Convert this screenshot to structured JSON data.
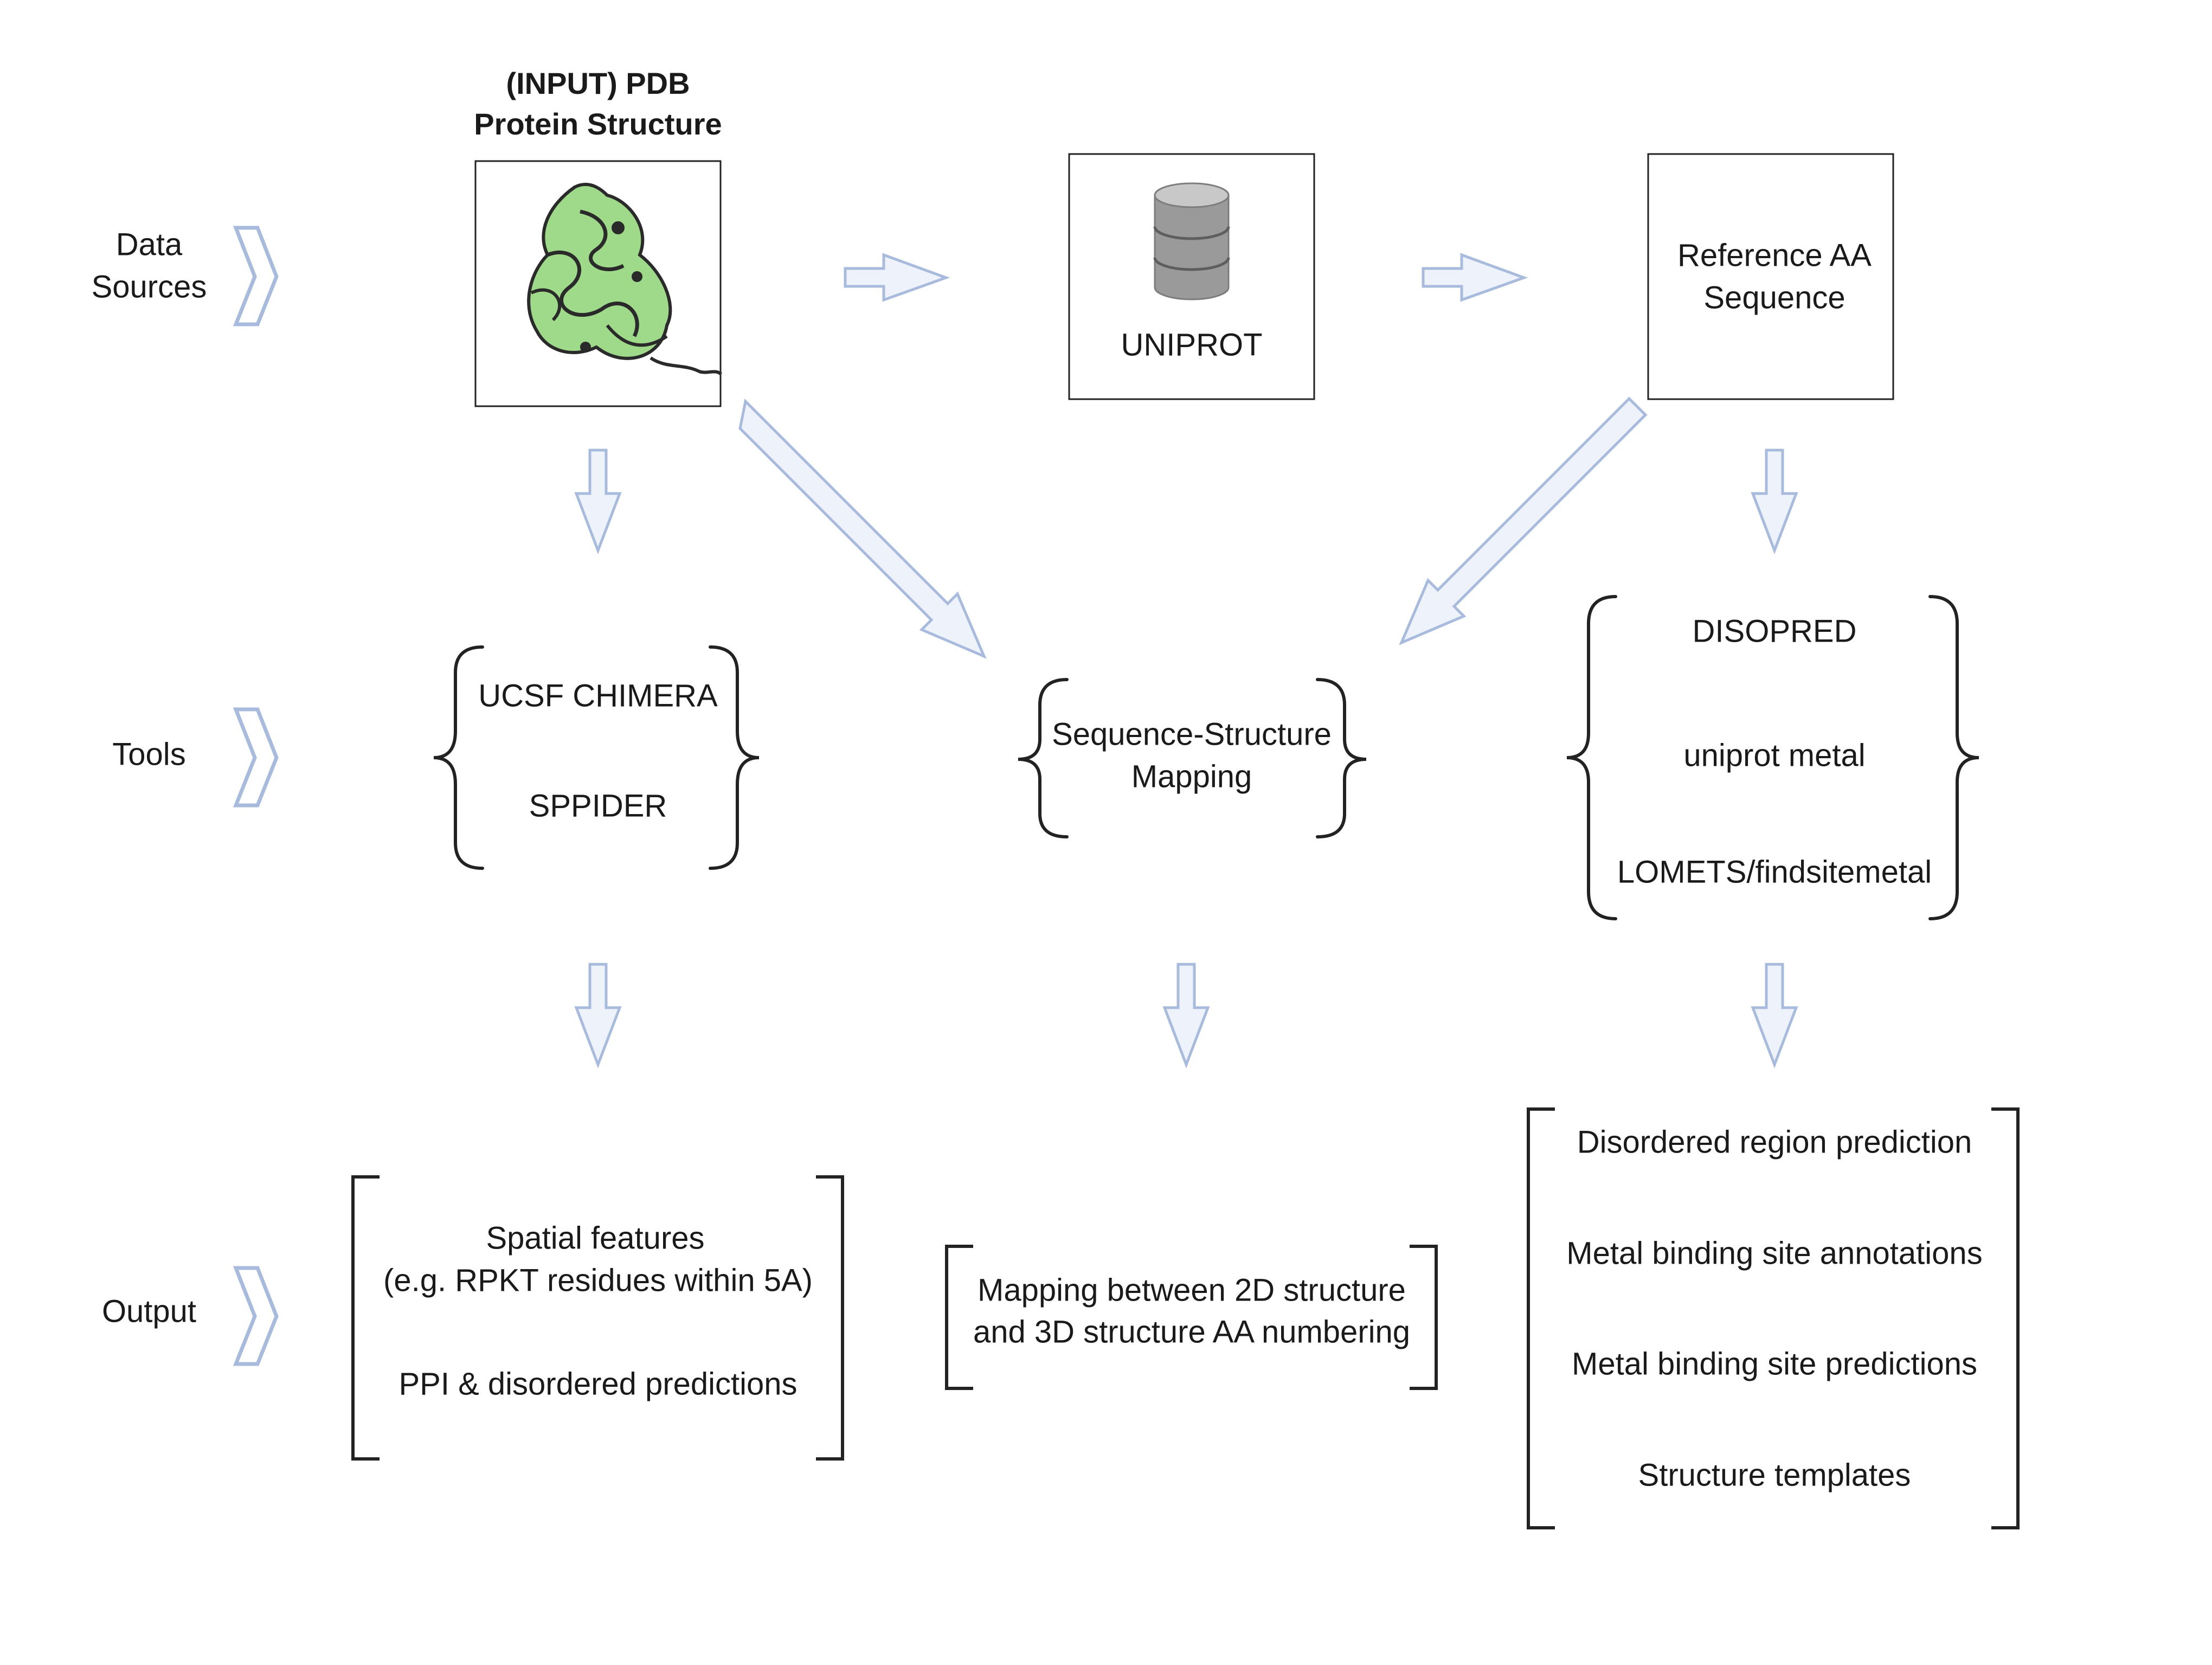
{
  "rows": {
    "data_sources": [
      "Data",
      "Sources"
    ],
    "tools": "Tools",
    "output": "Output"
  },
  "input": {
    "title": [
      "(INPUT) PDB",
      "Protein Structure"
    ]
  },
  "uniprot": {
    "label": "UNIPROT",
    "icon": "database-icon"
  },
  "reference": {
    "label": [
      "Reference AA",
      "Sequence"
    ]
  },
  "tools": {
    "left": [
      "UCSF CHIMERA",
      "SPPIDER"
    ],
    "middle": [
      "Sequence-Structure",
      "Mapping"
    ],
    "right": [
      "DISOPRED",
      "uniprot metal",
      "LOMETS/findsitemetal"
    ]
  },
  "outputs": {
    "left": [
      "Spatial features",
      "(e.g. RPKT residues within 5A)",
      "PPI & disordered predictions"
    ],
    "middle": [
      "Mapping between 2D structure",
      "and 3D structure AA numbering"
    ],
    "right": [
      "Disordered region prediction",
      "Metal binding site annotations",
      "Metal binding site predictions",
      "Structure templates"
    ]
  },
  "colors": {
    "arrow_fill": "#eef3fb",
    "arrow_stroke": "#a9bbdd",
    "protein_green": "#9fd98a",
    "protein_dark": "#2a2a2a",
    "database_gray": "#9a9a9a"
  }
}
